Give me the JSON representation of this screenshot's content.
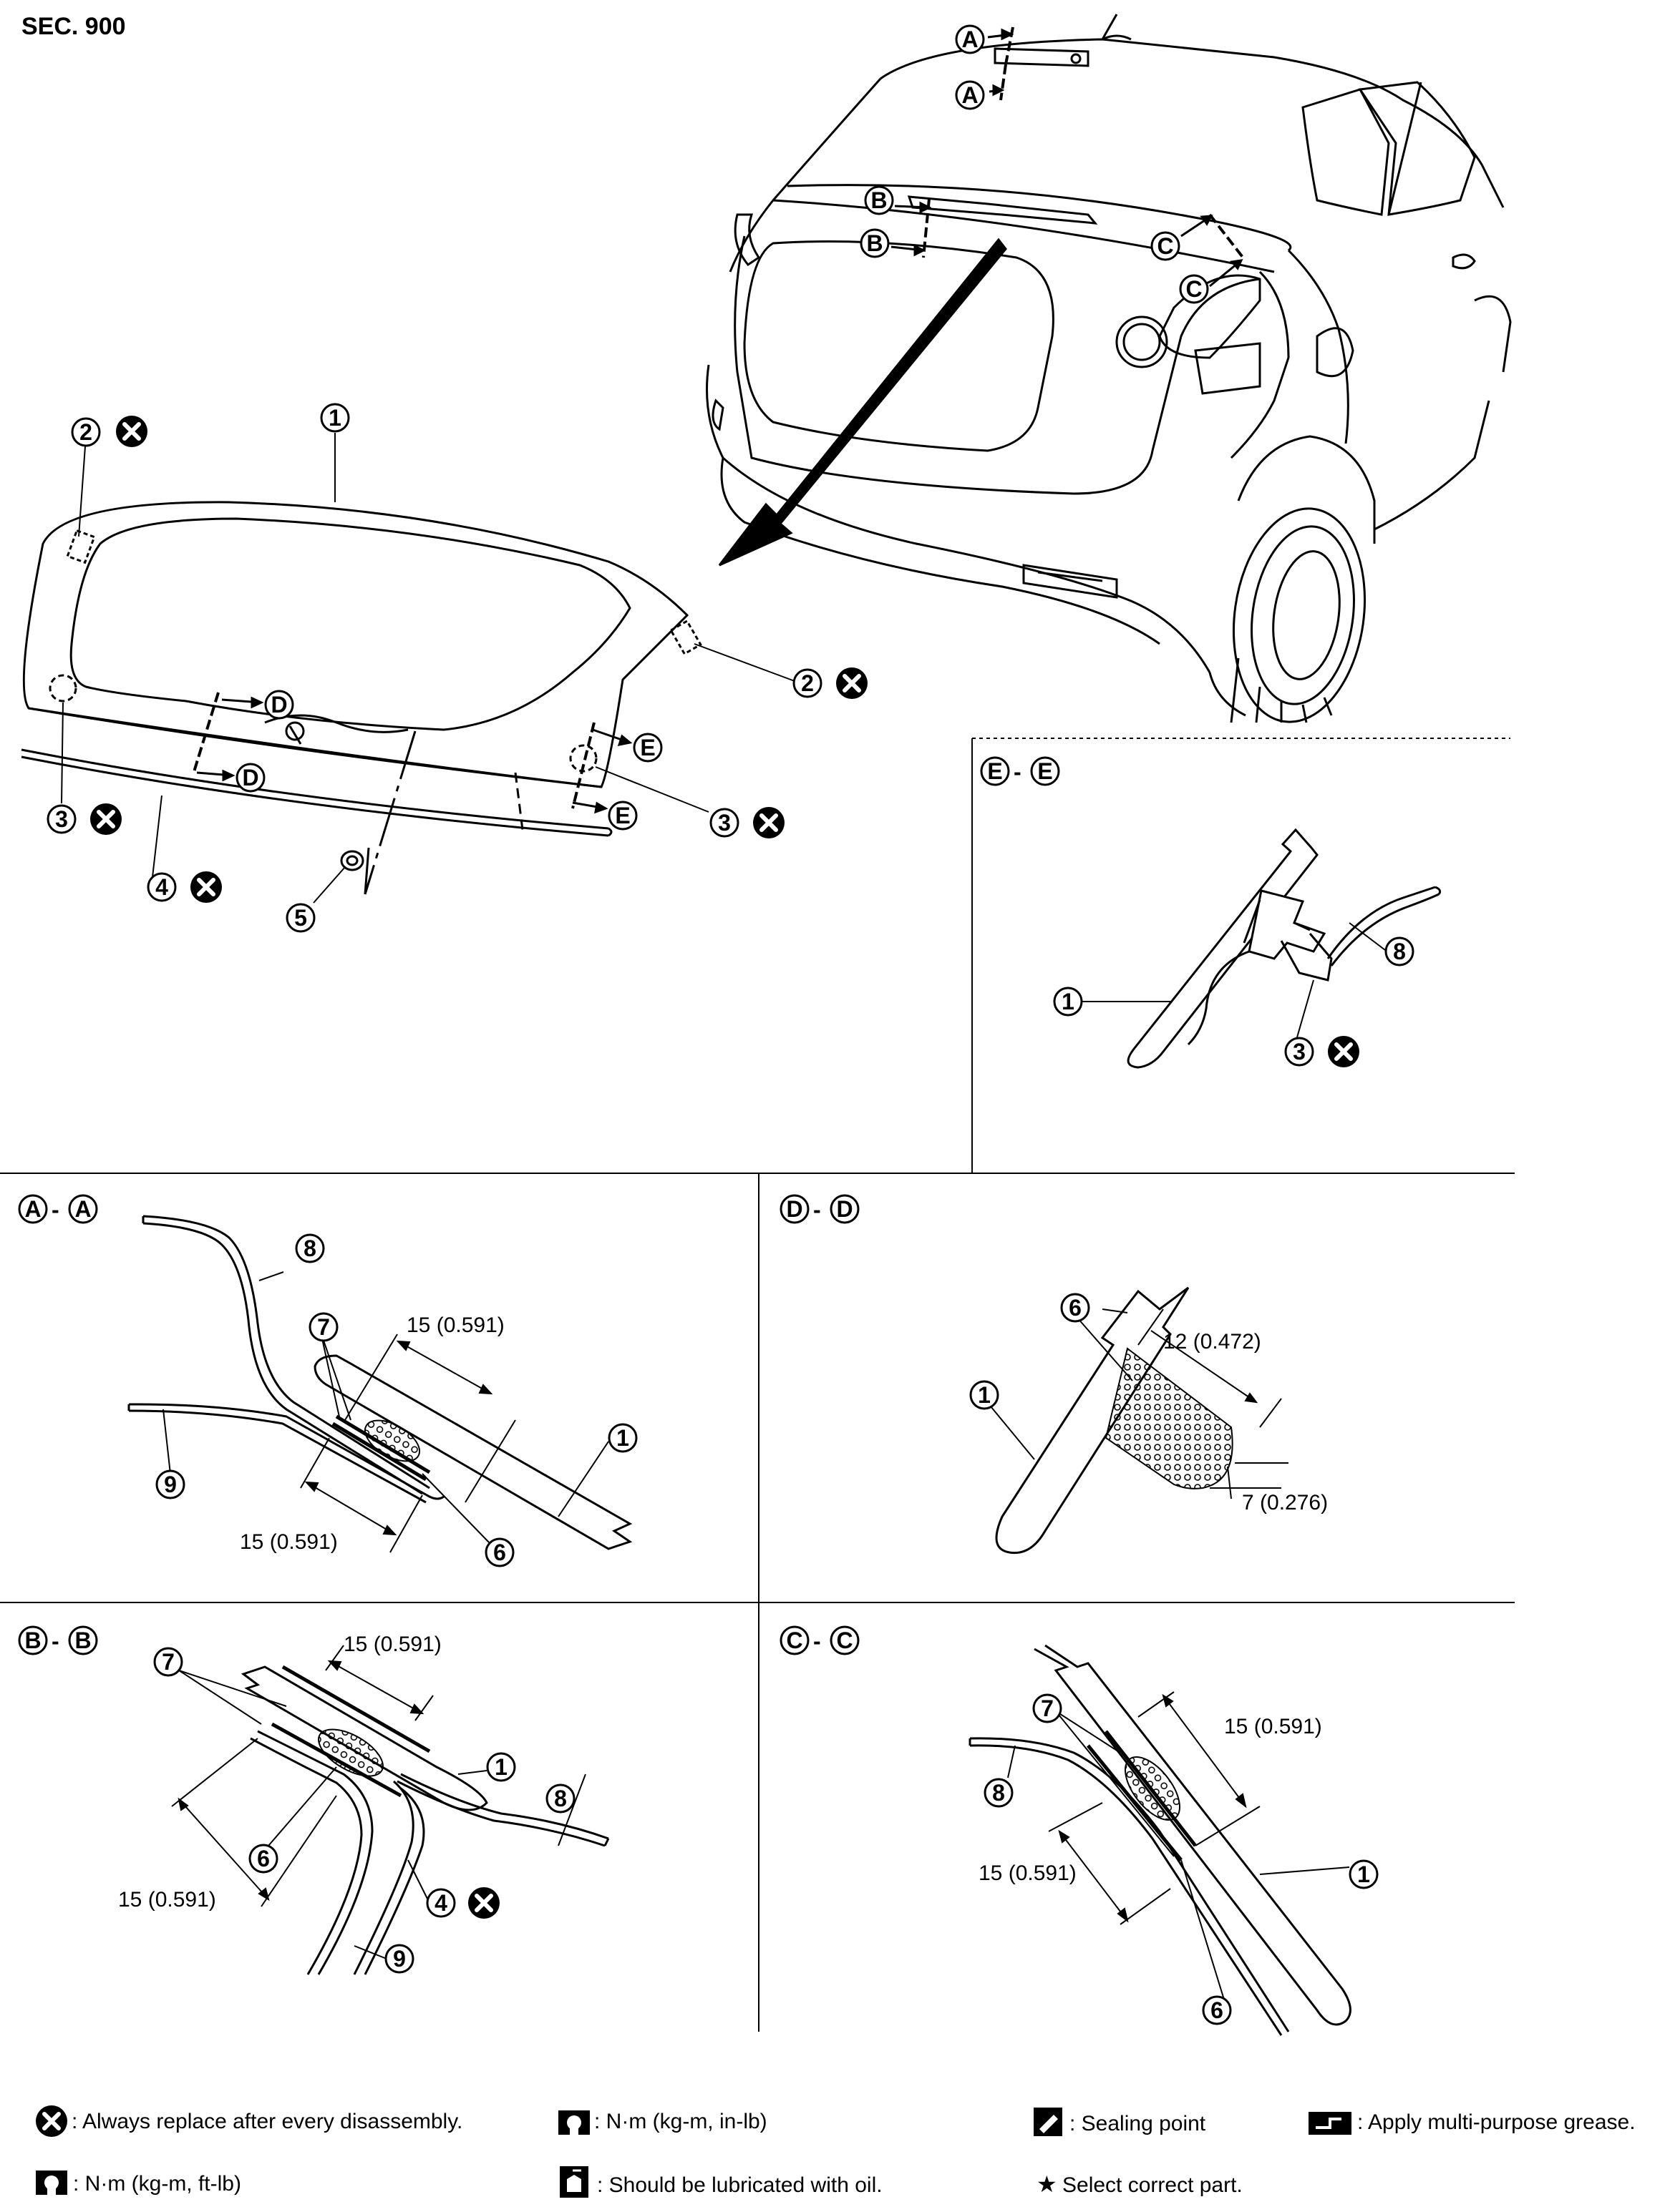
{
  "header": {
    "section": "SEC. 900"
  },
  "callouts": {
    "n1": "1",
    "n2": "2",
    "n3": "3",
    "n4": "4",
    "n5": "5",
    "n6": "6",
    "n7": "7",
    "n8": "8",
    "n9": "9",
    "A": "A",
    "B": "B",
    "C": "C",
    "D": "D",
    "E": "E"
  },
  "sections": {
    "ee": {
      "sep": "-"
    },
    "aa": {
      "sep": "-",
      "dim1": "15 (0.591)",
      "dim2": "15 (0.591)"
    },
    "dd": {
      "sep": "-",
      "dim1": "12 (0.472)",
      "dim2": "7 (0.276)"
    },
    "bb": {
      "sep": "-",
      "dim1": "15 (0.591)",
      "dim2": "15 (0.591)"
    },
    "cc": {
      "sep": "-",
      "dim1": "15 (0.591)",
      "dim2": "15 (0.591)"
    }
  },
  "legend": {
    "replace": ": Always replace after every disassembly.",
    "torque_in": ": N·m (kg-m, in-lb)",
    "sealing": ": Sealing point",
    "grease": ": Apply multi-purpose grease.",
    "torque_ft": ": N·m (kg-m, ft-lb)",
    "oil": ": Should be lubricated with oil.",
    "select": "Select correct part."
  }
}
